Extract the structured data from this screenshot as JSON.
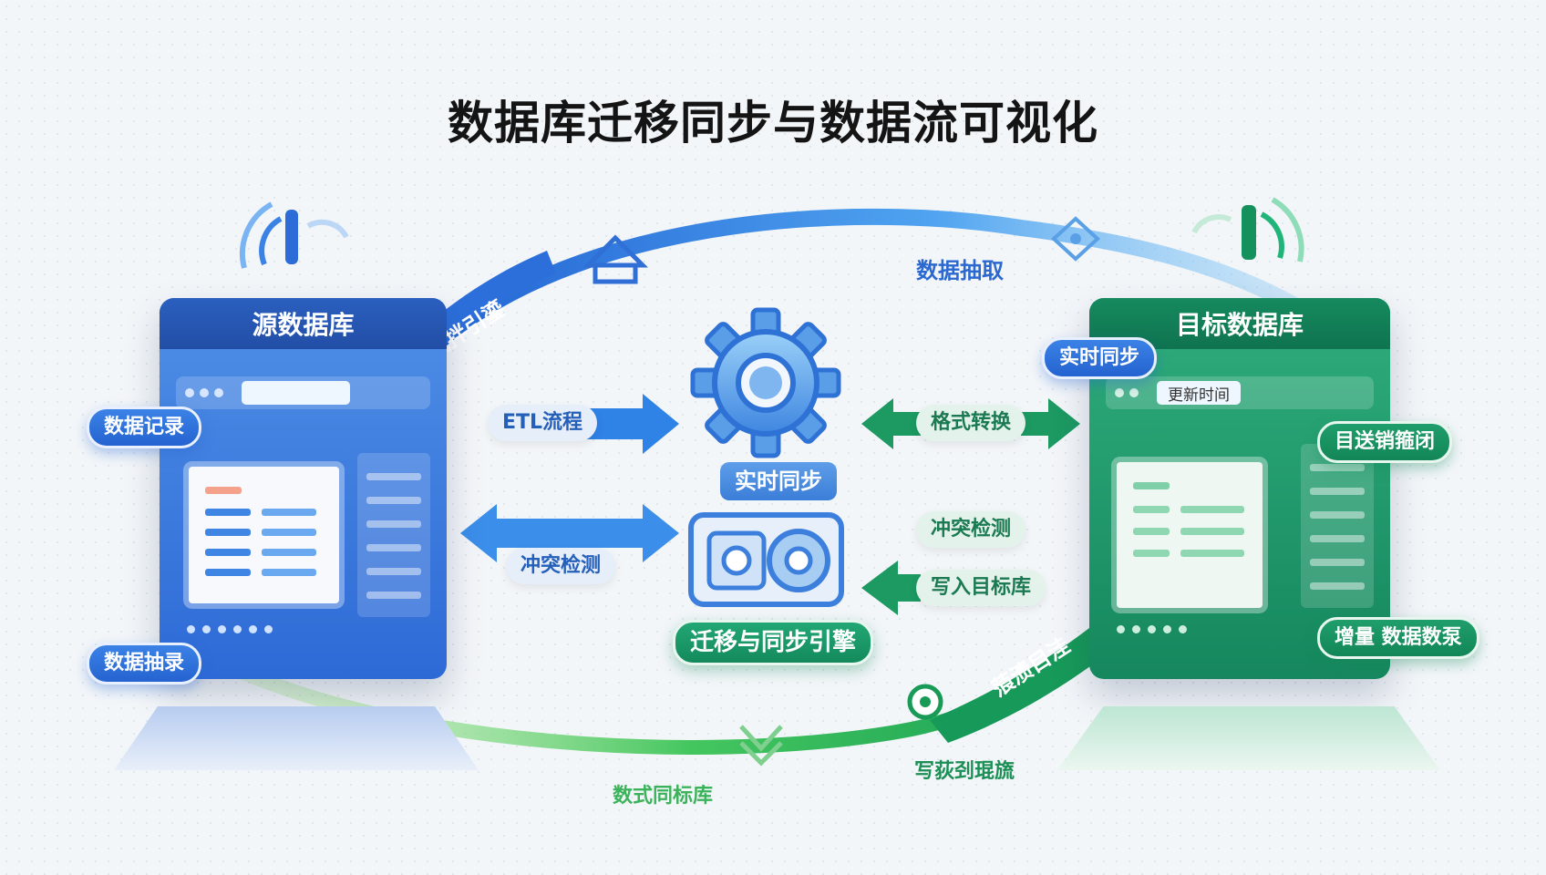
{
  "title": "数据库迁移同步与数据流可视化",
  "source_db": {
    "title": "源数据库",
    "labels": {
      "records": "数据记录",
      "extract": "数据抽录"
    }
  },
  "target_db": {
    "title": "目标数据库",
    "field_text": "更新时间",
    "labels": {
      "realtime": "实时同步",
      "top_right": "目送销箍闭",
      "incremental": "增量 数据数泵"
    }
  },
  "engine": {
    "label": "迁移与同步引擎",
    "banner": "实时同步"
  },
  "center_labels": {
    "etl": "ETL流程",
    "conflict_left": "冲突检测",
    "format": "格式转换",
    "conflict_right": "冲突检测",
    "write": "写入目标库"
  },
  "flows": {
    "top_arc_label": "数据抽取",
    "top_arc_ribbon": "与流拌引鎏",
    "bottom_arc_ribbon": "蒗渍目洼",
    "bottom_left_label": "数式同标库",
    "bottom_right_label": "写荻刭琨旒"
  },
  "colors": {
    "source_blue": "#2e6ad6",
    "target_green": "#16875e",
    "flow_blue": "#2f7fe0",
    "flow_green": "#2bbf5c"
  },
  "icons": {
    "engine_gear": "gear-icon",
    "engine_box": "gear-box-icon",
    "source_signal": "signal-icon",
    "target_signal": "signal-icon"
  }
}
